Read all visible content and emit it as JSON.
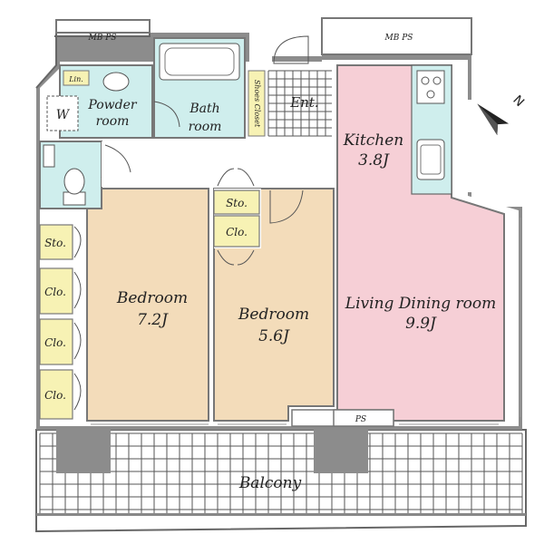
{
  "colors": {
    "living": "#f6cfd6",
    "bedroom": "#f3dcba",
    "wet": "#cfeeed",
    "storage": "#f7f2b4",
    "wall": "#8c8c8c",
    "balcony_grid": "#555555"
  },
  "rooms": {
    "living": {
      "name": "Living Dining room",
      "size": "9.9J"
    },
    "kitchen": {
      "name": "Kitchen",
      "size": "3.8J"
    },
    "bedroom1": {
      "name": "Bedroom",
      "size": "7.2J"
    },
    "bedroom2": {
      "name": "Bedroom",
      "size": "5.6J"
    },
    "powder": {
      "line1": "Powder",
      "line2": "room"
    },
    "bath": {
      "line1": "Bath",
      "line2": "room"
    },
    "entrance": "Ent.",
    "shoes_closet": "Shoes Closet",
    "balcony": "Balcony"
  },
  "storage": {
    "lin": "Lin.",
    "w": "W",
    "sto_bed2": "Sto.",
    "clo_bed2": "Clo.",
    "sto_left": "Sto.",
    "clo_left": [
      "Clo.",
      "Clo.",
      "Clo."
    ]
  },
  "shafts": {
    "mbps_left": "MB PS",
    "mbps_right": "MB PS",
    "ps_bottom": "PS"
  },
  "compass": {
    "label": "N",
    "icon": "north-arrow-icon"
  }
}
